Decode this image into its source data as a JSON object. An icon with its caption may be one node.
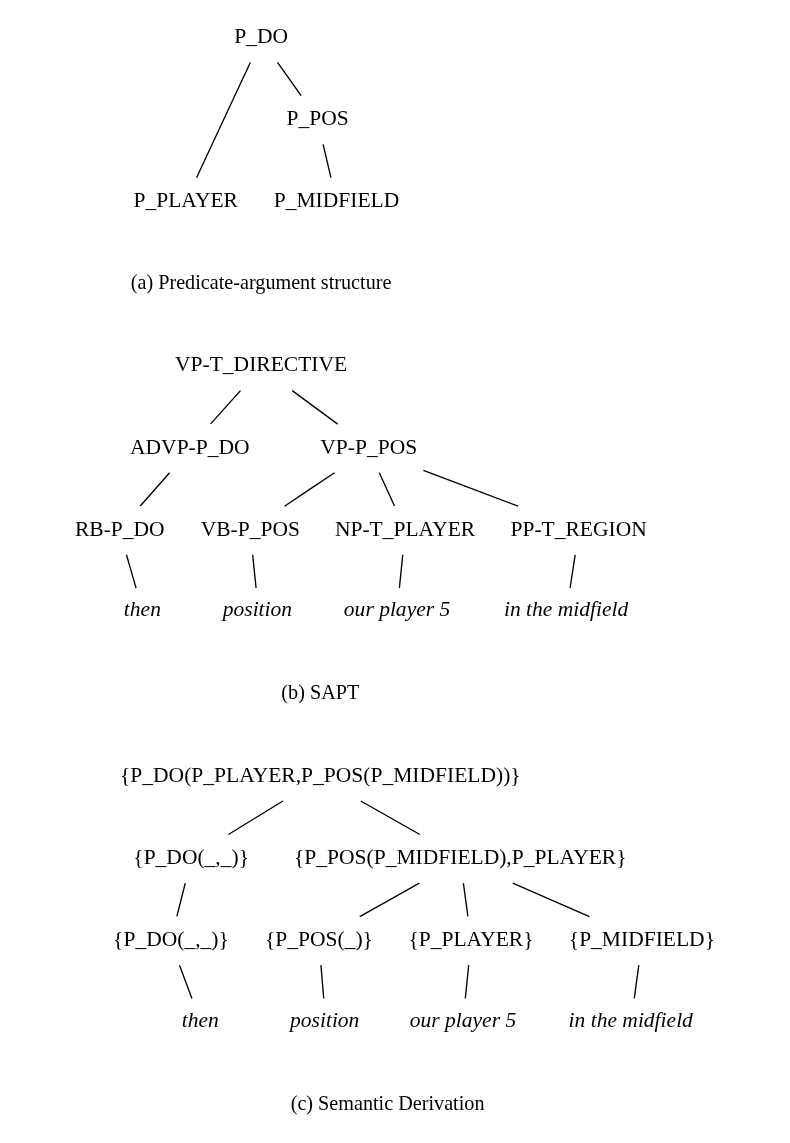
{
  "diagram": {
    "nodes": [
      {
        "text": [
          "P_DO"
        ]
      },
      {
        "text": [
          "P_PLAYER"
        ]
      },
      {
        "text": [
          "P_POS"
        ]
      },
      {
        "text": [
          "P_MIDFIELD"
        ]
      },
      {
        "text": [
          "VP-T_DIRECTIVE"
        ]
      },
      {
        "text": [
          "ADVP-P_DO"
        ]
      },
      {
        "text": [
          "VP-P_POS"
        ]
      },
      {
        "text": [
          "RB-P_DO"
        ]
      },
      {
        "text": [
          "VB-P_POS"
        ]
      },
      {
        "text": [
          "NP-T_PLAYER"
        ]
      },
      {
        "text": [
          "PP-T_REGION"
        ]
      },
      {
        "text": [
          "then"
        ]
      },
      {
        "text": [
          "position"
        ]
      },
      {
        "text": [
          "our player 5"
        ]
      },
      {
        "text": [
          "in the midfield"
        ]
      },
      {
        "text": [
          "{P_DO(P_PLAYER,P_POS(P_MIDFIELD))}"
        ]
      },
      {
        "text": [
          "{P_DO(_,_)}"
        ]
      },
      {
        "text": [
          "{P_POS(P_MIDFIELD),P_PLAYER}"
        ]
      },
      {
        "text": [
          "{P_DO(_,_)}"
        ]
      },
      {
        "text": [
          "{P_POS(_)}"
        ]
      },
      {
        "text": [
          "{P_PLAYER}"
        ]
      },
      {
        "text": [
          "{P_MIDFIELD}"
        ]
      },
      {
        "text": [
          "then"
        ]
      },
      {
        "text": [
          "position"
        ]
      },
      {
        "text": [
          "our player 5"
        ]
      },
      {
        "text": [
          "in the midfield"
        ]
      }
    ],
    "edges": [
      {
        "from": 0,
        "to": 1,
        "arrow": "none"
      },
      {
        "from": 0,
        "to": 2,
        "arrow": "none"
      },
      {
        "from": 2,
        "to": 3,
        "arrow": "none"
      },
      {
        "from": 4,
        "to": 5,
        "arrow": "none"
      },
      {
        "from": 4,
        "to": 6,
        "arrow": "none"
      },
      {
        "from": 5,
        "to": 7,
        "arrow": "none"
      },
      {
        "from": 7,
        "to": 11,
        "arrow": "none"
      },
      {
        "from": 6,
        "to": 8,
        "arrow": "none"
      },
      {
        "from": 6,
        "to": 9,
        "arrow": "none"
      },
      {
        "from": 6,
        "to": 10,
        "arrow": "none"
      },
      {
        "from": 8,
        "to": 12,
        "arrow": "none"
      },
      {
        "from": 9,
        "to": 13,
        "arrow": "none"
      },
      {
        "from": 10,
        "to": 14,
        "arrow": "none"
      },
      {
        "from": 15,
        "to": 16,
        "arrow": "none"
      },
      {
        "from": 15,
        "to": 17,
        "arrow": "none"
      },
      {
        "from": 16,
        "to": 18,
        "arrow": "none"
      },
      {
        "from": 18,
        "to": 22,
        "arrow": "none"
      },
      {
        "from": 17,
        "to": 19,
        "arrow": "none"
      },
      {
        "from": 17,
        "to": 20,
        "arrow": "none"
      },
      {
        "from": 17,
        "to": 21,
        "arrow": "none"
      },
      {
        "from": 19,
        "to": 23,
        "arrow": "none"
      },
      {
        "from": 20,
        "to": 24,
        "arrow": "none"
      },
      {
        "from": 21,
        "to": 25,
        "arrow": "none"
      }
    ],
    "labels": [
      "(a) Predicate-argument structure",
      "(b) SAPT",
      "(c) Semantic Derivation"
    ]
  }
}
